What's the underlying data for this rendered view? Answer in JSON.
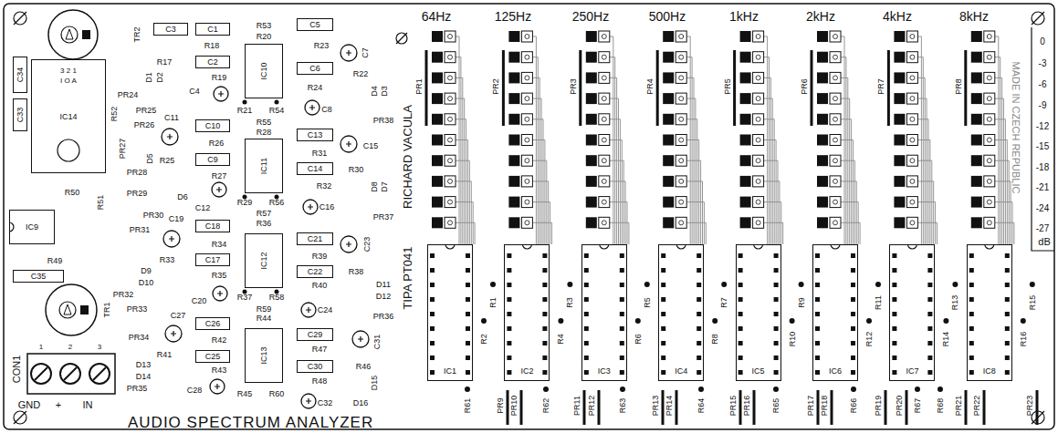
{
  "diagram": {
    "title": "AUDIO SPECTRUM ANALYZER",
    "nodes": [
      {
        "text": [
          "C34"
        ]
      },
      {
        "text": [
          "C33"
        ]
      },
      {
        "text": [
          "IC14"
        ]
      },
      {
        "text": [
          "IC9"
        ]
      },
      {
        "text": [
          "C35"
        ]
      },
      {
        "text": [
          "C3"
        ]
      },
      {
        "text": [
          "C1"
        ]
      },
      {
        "text": [
          "C2"
        ]
      },
      {
        "text": [
          "C10"
        ]
      },
      {
        "text": [
          "C9"
        ]
      },
      {
        "text": [
          "C18"
        ]
      },
      {
        "text": [
          "C17"
        ]
      },
      {
        "text": [
          "C26"
        ]
      },
      {
        "text": [
          "C25"
        ]
      },
      {
        "text": [
          "IC10"
        ]
      },
      {
        "text": [
          "IC11"
        ]
      },
      {
        "text": [
          "IC12"
        ]
      },
      {
        "text": [
          "IC13"
        ]
      },
      {
        "text": [
          "C5"
        ]
      },
      {
        "text": [
          "C6"
        ]
      },
      {
        "text": [
          "C13"
        ]
      },
      {
        "text": [
          "C14"
        ]
      },
      {
        "text": [
          "C21"
        ]
      },
      {
        "text": [
          "C22"
        ]
      },
      {
        "text": [
          "C29"
        ]
      },
      {
        "text": [
          "C30"
        ]
      },
      {
        "text": [
          "IC1"
        ]
      },
      {
        "text": [
          "IC2"
        ]
      },
      {
        "text": [
          "IC3"
        ]
      },
      {
        "text": [
          "IC4"
        ]
      },
      {
        "text": [
          "IC5"
        ]
      },
      {
        "text": [
          "IC6"
        ]
      },
      {
        "text": [
          "IC7"
        ]
      },
      {
        "text": [
          "IC8"
        ]
      }
    ],
    "labels": [
      "64Hz",
      "125Hz",
      "250Hz",
      "500Hz",
      "1kHz",
      "2kHz",
      "4kHz",
      "8kHz",
      "0",
      "-3",
      "-6",
      "-9",
      "-12",
      "-15",
      "-18",
      "-21",
      "-24",
      "-27",
      "dB",
      "MADE IN CZECH REPUBLIC",
      "RICHARD VACULA",
      "TIPA PT041",
      "PR1",
      "PR2",
      "PR3",
      "PR4",
      "PR5",
      "PR6",
      "PR7",
      "PR8",
      "R1",
      "R2",
      "R3",
      "R4",
      "R5",
      "R6",
      "R7",
      "R8",
      "R9",
      "R10",
      "R11",
      "R12",
      "R13",
      "R14",
      "R15",
      "R16",
      "R61",
      "R62",
      "R63",
      "R64",
      "R65",
      "R66",
      "R67",
      "R68",
      "PR9",
      "PR10",
      "PR11",
      "PR12",
      "PR13",
      "PR14",
      "PR15",
      "PR16",
      "PR17",
      "PR18",
      "PR19",
      "PR20",
      "PR21",
      "PR22",
      "PR23",
      "TR2",
      "TR1",
      "3 2 1",
      "I O A",
      "R52",
      "R17",
      "R18",
      "R19",
      "D1",
      "D2",
      "C4",
      "PR24",
      "PR25",
      "PR26",
      "C11",
      "R26",
      "R25",
      "R27",
      "D5",
      "PR27",
      "PR28",
      "D6",
      "C12",
      "PR29",
      "R50",
      "R51",
      "PR30",
      "PR31",
      "C19",
      "R34",
      "R33",
      "R35",
      "D9",
      "D10",
      "C20",
      "R49",
      "PR32",
      "PR33",
      "C27",
      "R42",
      "PR34",
      "R41",
      "R43",
      "D13",
      "D14",
      "C28",
      "PR35",
      "CON1",
      "1",
      "2",
      "3",
      "GND",
      "+",
      "IN",
      "R53",
      "R20",
      "R21",
      "R54",
      "R55",
      "R28",
      "R29",
      "R56",
      "R57",
      "R36",
      "R37",
      "R58",
      "R59",
      "R44",
      "R45",
      "R60",
      "C7",
      "R23",
      "R22",
      "R24",
      "D4",
      "D3",
      "C8",
      "PR38",
      "C15",
      "R31",
      "R30",
      "R32",
      "D8",
      "D7",
      "C16",
      "PR37",
      "C23",
      "R39",
      "R38",
      "R40",
      "D11",
      "D12",
      "C24",
      "PR36",
      "C31",
      "R47",
      "R46",
      "R48",
      "D15",
      "C32",
      "D16"
    ]
  }
}
